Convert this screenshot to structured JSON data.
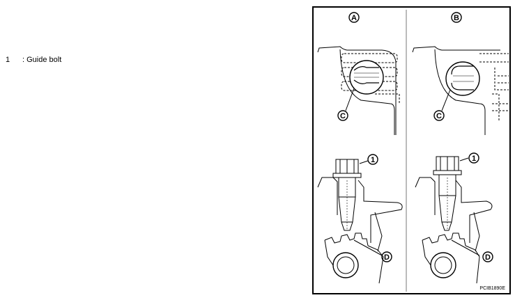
{
  "legend": {
    "number": "1",
    "text": ": Guide bolt"
  },
  "figure": {
    "panel_labels": {
      "left": "A",
      "right": "B"
    },
    "callouts": {
      "bolt": "1",
      "notch": "C",
      "pointer": "D"
    },
    "code": "PCIB1890E"
  }
}
